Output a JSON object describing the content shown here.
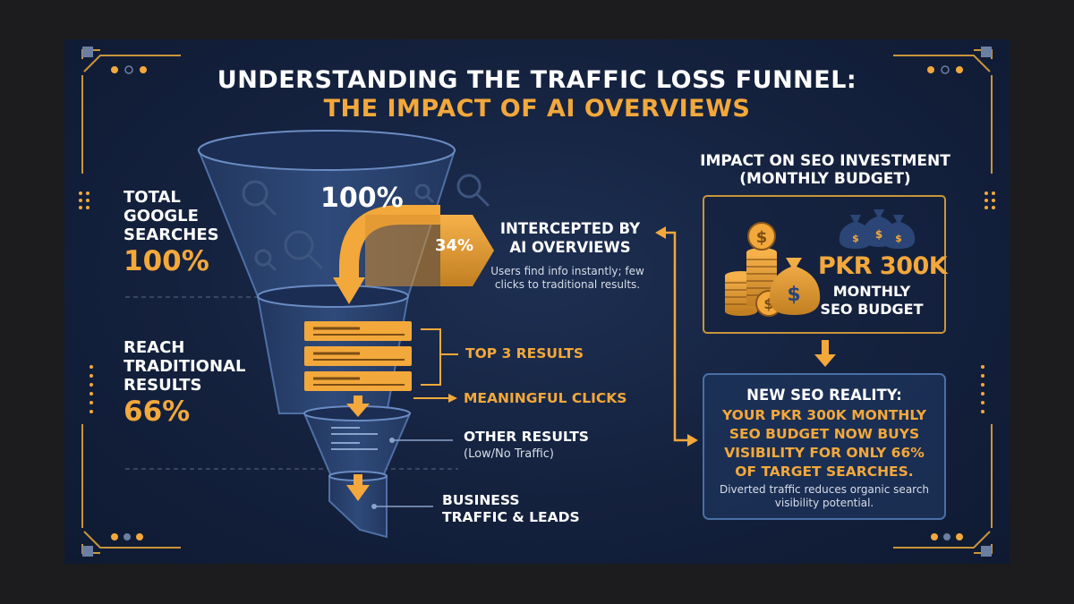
{
  "title": {
    "line1": "UNDERSTANDING THE TRAFFIC LOSS FUNNEL:",
    "line2": "THE IMPACT OF AI OVERVIEWS"
  },
  "left": {
    "total_label": [
      "TOTAL",
      "GOOGLE",
      "SEARCHES"
    ],
    "total_pct": "100%",
    "reach_label": [
      "REACH",
      "TRADITIONAL",
      "RESULTS"
    ],
    "reach_pct": "66%"
  },
  "funnel": {
    "top_pct": "100%",
    "intercept_pct": "34%",
    "intercept_title": [
      "INTERCEPTED BY",
      "AI OVERVIEWS"
    ],
    "intercept_note": [
      "Users find info instantly; few",
      "clicks to traditional results."
    ],
    "top3": "TOP 3 RESULTS",
    "meaningful": "MEANINGFUL CLICKS",
    "other": "OTHER RESULTS",
    "other_sub": "(Low/No Traffic)",
    "business": [
      "BUSINESS",
      "TRAFFIC & LEADS"
    ]
  },
  "right": {
    "impact_title": [
      "IMPACT ON SEO INVESTMENT",
      "(MONTHLY BUDGET)"
    ],
    "budget_amount": "PKR 300K",
    "budget_label": [
      "MONTHLY",
      "SEO BUDGET"
    ],
    "reality_title": "NEW SEO REALITY:",
    "reality_body": [
      "YOUR PKR 300K MONTHLY",
      "SEO BUDGET NOW BUYS",
      "VISIBILITY FOR ONLY 66%",
      "OF TARGET SEARCHES."
    ],
    "reality_note": [
      "Diverted traffic reduces organic search",
      "visibility potential."
    ]
  },
  "icons": {
    "money_bag": "money-bag-icon",
    "coins": "coin-stack-icon",
    "magnifier": "magnifier-icon",
    "arrow": "arrow-icon"
  },
  "colors": {
    "accent": "#f3a83b",
    "background": "#14213d",
    "panel_border": "#c9953b",
    "reality_border": "#4a6fa5"
  }
}
